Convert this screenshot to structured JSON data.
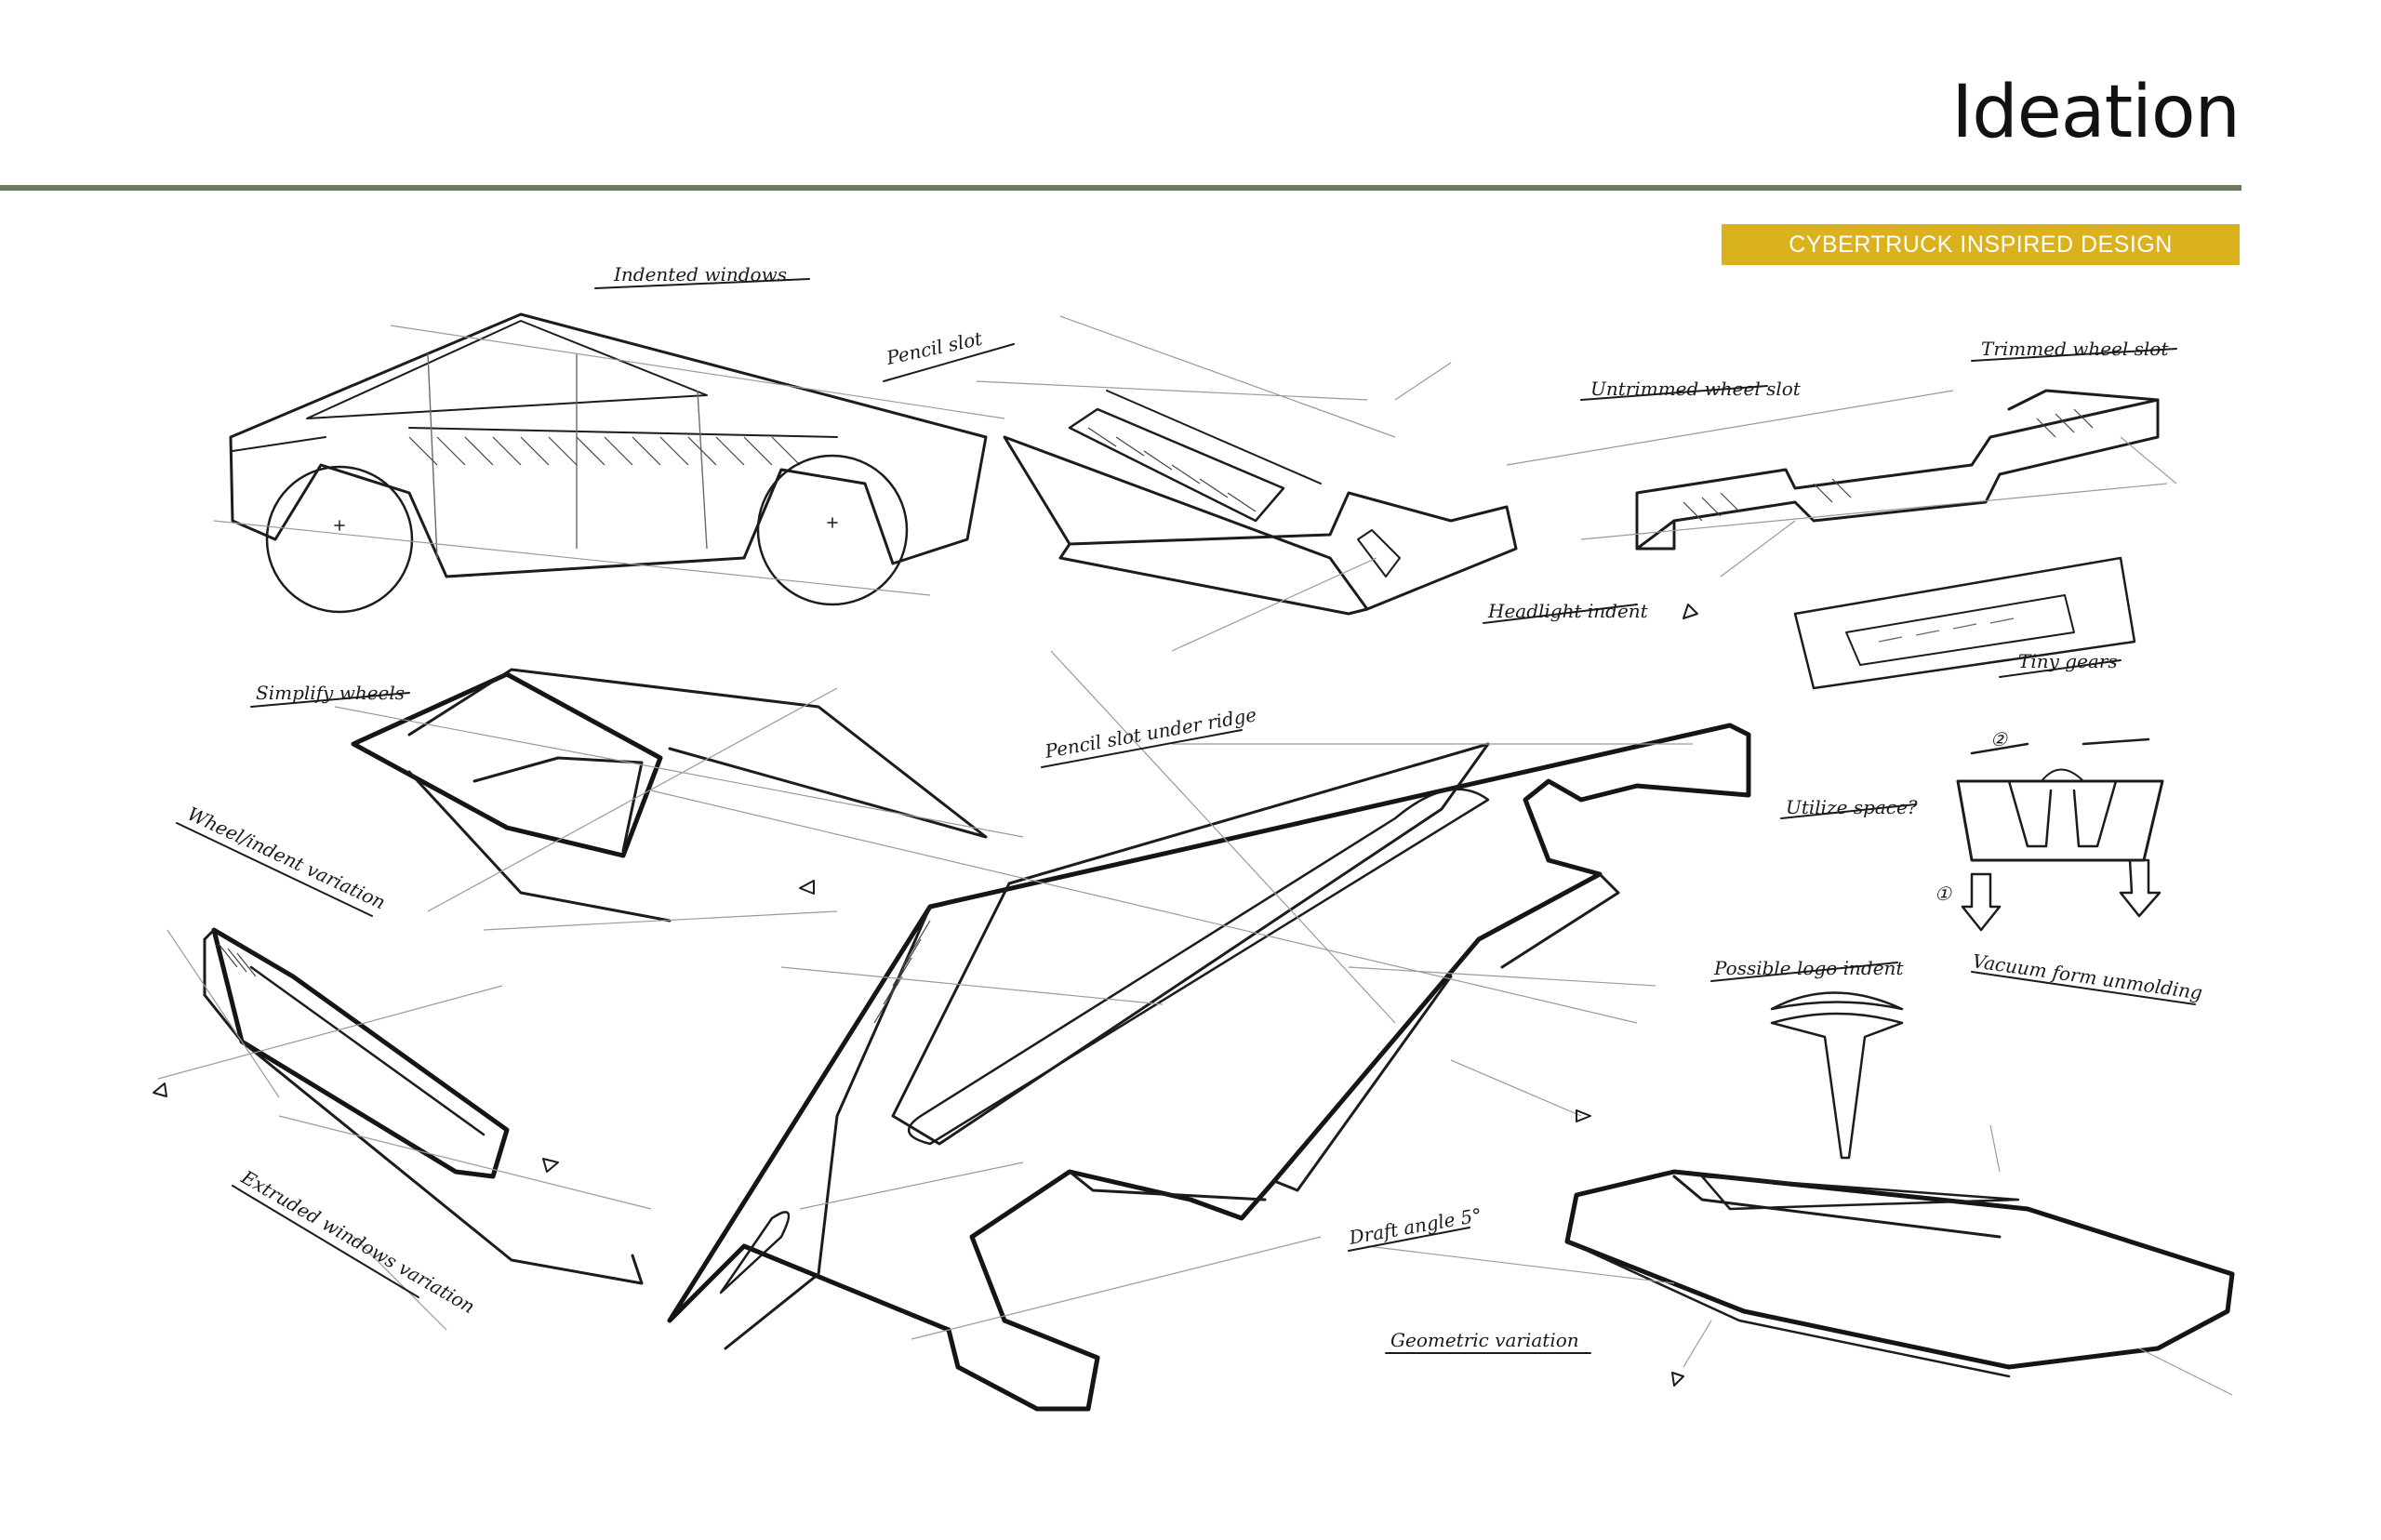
{
  "header": {
    "title": "Ideation",
    "tag": "CYBERTRUCK INSPIRED DESIGN"
  },
  "annotations": {
    "indented_windows": "Indented windows",
    "pencil_slot": "Pencil slot",
    "untrimmed_wheel_slot": "Untrimmed wheel slot",
    "trimmed_wheel_slot": "Trimmed wheel slot",
    "headlight_indent": "Headlight indent",
    "tiny_gears": "Tiny gears",
    "simplify_wheels": "Simplify wheels",
    "pencil_slot_under_ridge": "Pencil slot under ridge",
    "utilize_space": "Utilize space?",
    "wheel_indent_variation": "Wheel/indent variation",
    "possible_logo_indent": "Possible logo indent",
    "vacuum_form_unmolding": "Vacuum form unmolding",
    "extruded_windows_variation": "Extruded windows variation",
    "draft_angle": "Draft angle 5°",
    "geometric_variation": "Geometric variation",
    "step_1": "①",
    "step_2": "②"
  },
  "colors": {
    "divider": "#6b7b5e",
    "tag_background": "#d9b21e",
    "tag_text": "#ffffff",
    "ink": "#1c1c1c"
  }
}
